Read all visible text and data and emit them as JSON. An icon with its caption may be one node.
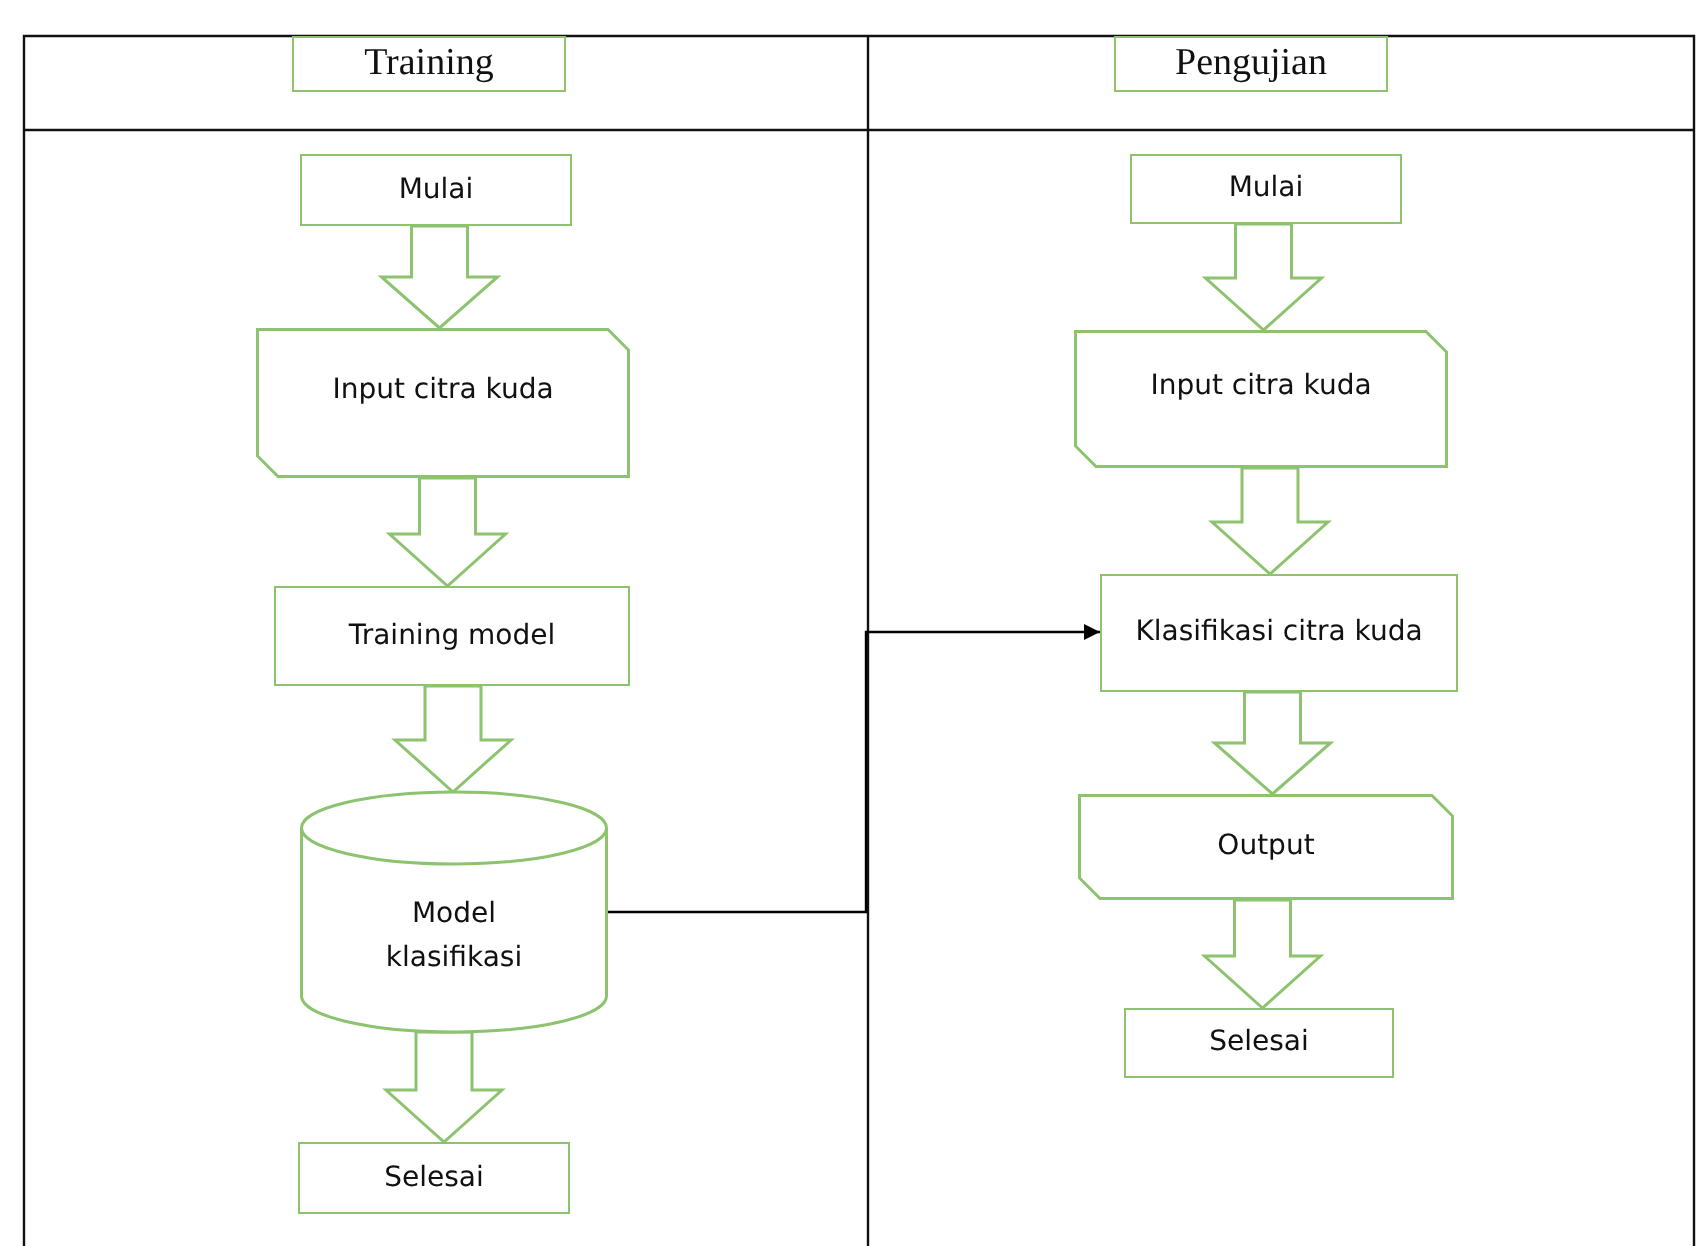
{
  "diagram": {
    "nodes": [
      {
        "text": [
          "Training"
        ]
      },
      {
        "text": [
          "Pengujian"
        ]
      },
      {
        "text": [
          "Mulai"
        ]
      },
      {
        "text": [
          "Input citra kuda"
        ]
      },
      {
        "text": [
          "Training model"
        ]
      },
      {
        "text": [
          "Model klasifikasi"
        ]
      },
      {
        "text": [
          "Selesai"
        ]
      },
      {
        "text": [
          "Mulai"
        ]
      },
      {
        "text": [
          "Input citra kuda"
        ]
      },
      {
        "text": [
          "Klasifikasi citra kuda"
        ]
      },
      {
        "text": [
          "Output"
        ]
      },
      {
        "text": [
          "Selesai"
        ]
      }
    ],
    "edges": [
      {
        "from": 2,
        "to": 3,
        "arrow": "to"
      },
      {
        "from": 3,
        "to": 4,
        "arrow": "to"
      },
      {
        "from": 4,
        "to": 5,
        "arrow": "to"
      },
      {
        "from": 5,
        "to": 6,
        "arrow": "to"
      },
      {
        "from": 7,
        "to": 8,
        "arrow": "to"
      },
      {
        "from": 8,
        "to": 9,
        "arrow": "to"
      },
      {
        "from": 9,
        "to": 10,
        "arrow": "to"
      },
      {
        "from": 10,
        "to": 11,
        "arrow": "to"
      },
      {
        "from": 5,
        "to": 9,
        "arrow": "to",
        "color": "#000000"
      }
    ]
  }
}
